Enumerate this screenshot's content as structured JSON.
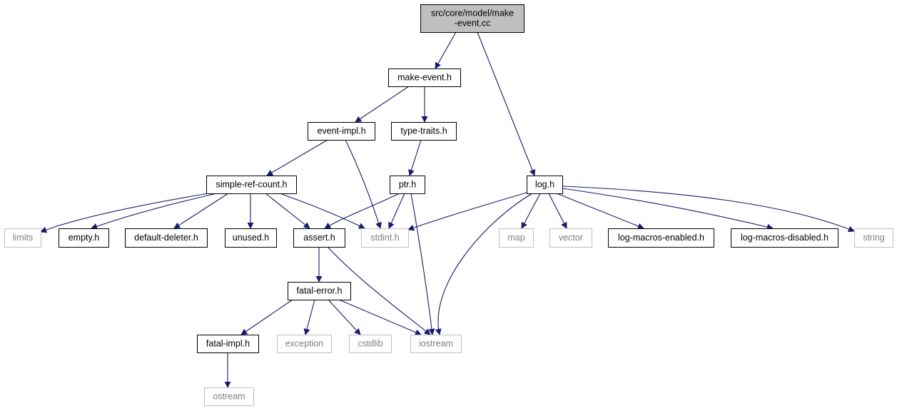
{
  "graph": {
    "colors": {
      "edge": "#191970",
      "focus_fill": "#bfbfbf",
      "file_stroke": "#000000",
      "system_stroke": "#bfbfbf",
      "system_text": "#7f7f7f",
      "text": "#000000"
    },
    "nodes": [
      {
        "id": "root",
        "lines": [
          "src/core/model/make",
          "-event.cc"
        ],
        "kind": "focus"
      },
      {
        "id": "make_event_h",
        "lines": [
          "make-event.h"
        ],
        "kind": "file"
      },
      {
        "id": "event_impl_h",
        "lines": [
          "event-impl.h"
        ],
        "kind": "file"
      },
      {
        "id": "type_traits_h",
        "lines": [
          "type-traits.h"
        ],
        "kind": "file"
      },
      {
        "id": "simple_ref_count_h",
        "lines": [
          "simple-ref-count.h"
        ],
        "kind": "file"
      },
      {
        "id": "ptr_h",
        "lines": [
          "ptr.h"
        ],
        "kind": "file"
      },
      {
        "id": "log_h",
        "lines": [
          "log.h"
        ],
        "kind": "file"
      },
      {
        "id": "limits",
        "lines": [
          "limits"
        ],
        "kind": "system"
      },
      {
        "id": "empty_h",
        "lines": [
          "empty.h"
        ],
        "kind": "file"
      },
      {
        "id": "default_deleter_h",
        "lines": [
          "default-deleter.h"
        ],
        "kind": "file"
      },
      {
        "id": "unused_h",
        "lines": [
          "unused.h"
        ],
        "kind": "file"
      },
      {
        "id": "assert_h",
        "lines": [
          "assert.h"
        ],
        "kind": "file"
      },
      {
        "id": "stdint_h",
        "lines": [
          "stdint.h"
        ],
        "kind": "system"
      },
      {
        "id": "map",
        "lines": [
          "map"
        ],
        "kind": "system"
      },
      {
        "id": "vector",
        "lines": [
          "vector"
        ],
        "kind": "system"
      },
      {
        "id": "log_macros_enabled_h",
        "lines": [
          "log-macros-enabled.h"
        ],
        "kind": "file"
      },
      {
        "id": "log_macros_disabled_h",
        "lines": [
          "log-macros-disabled.h"
        ],
        "kind": "file"
      },
      {
        "id": "string",
        "lines": [
          "string"
        ],
        "kind": "system"
      },
      {
        "id": "fatal_error_h",
        "lines": [
          "fatal-error.h"
        ],
        "kind": "file"
      },
      {
        "id": "fatal_impl_h",
        "lines": [
          "fatal-impl.h"
        ],
        "kind": "file"
      },
      {
        "id": "exception",
        "lines": [
          "exception"
        ],
        "kind": "system"
      },
      {
        "id": "cstdlib",
        "lines": [
          "cstdlib"
        ],
        "kind": "system"
      },
      {
        "id": "iostream",
        "lines": [
          "iostream"
        ],
        "kind": "system"
      },
      {
        "id": "ostream",
        "lines": [
          "ostream"
        ],
        "kind": "system"
      }
    ],
    "edges": [
      [
        "root",
        "make_event_h"
      ],
      [
        "root",
        "log_h"
      ],
      [
        "make_event_h",
        "event_impl_h"
      ],
      [
        "make_event_h",
        "type_traits_h"
      ],
      [
        "event_impl_h",
        "simple_ref_count_h"
      ],
      [
        "event_impl_h",
        "stdint_h"
      ],
      [
        "type_traits_h",
        "ptr_h"
      ],
      [
        "simple_ref_count_h",
        "limits"
      ],
      [
        "simple_ref_count_h",
        "empty_h"
      ],
      [
        "simple_ref_count_h",
        "default_deleter_h"
      ],
      [
        "simple_ref_count_h",
        "unused_h"
      ],
      [
        "simple_ref_count_h",
        "assert_h"
      ],
      [
        "simple_ref_count_h",
        "stdint_h"
      ],
      [
        "ptr_h",
        "assert_h"
      ],
      [
        "ptr_h",
        "stdint_h"
      ],
      [
        "ptr_h",
        "iostream"
      ],
      [
        "log_h",
        "stdint_h"
      ],
      [
        "log_h",
        "iostream"
      ],
      [
        "log_h",
        "map"
      ],
      [
        "log_h",
        "vector"
      ],
      [
        "log_h",
        "log_macros_enabled_h"
      ],
      [
        "log_h",
        "log_macros_disabled_h"
      ],
      [
        "log_h",
        "string"
      ],
      [
        "assert_h",
        "fatal_error_h"
      ],
      [
        "assert_h",
        "iostream"
      ],
      [
        "fatal_error_h",
        "fatal_impl_h"
      ],
      [
        "fatal_error_h",
        "exception"
      ],
      [
        "fatal_error_h",
        "cstdlib"
      ],
      [
        "fatal_error_h",
        "iostream"
      ],
      [
        "fatal_impl_h",
        "ostream"
      ]
    ]
  }
}
